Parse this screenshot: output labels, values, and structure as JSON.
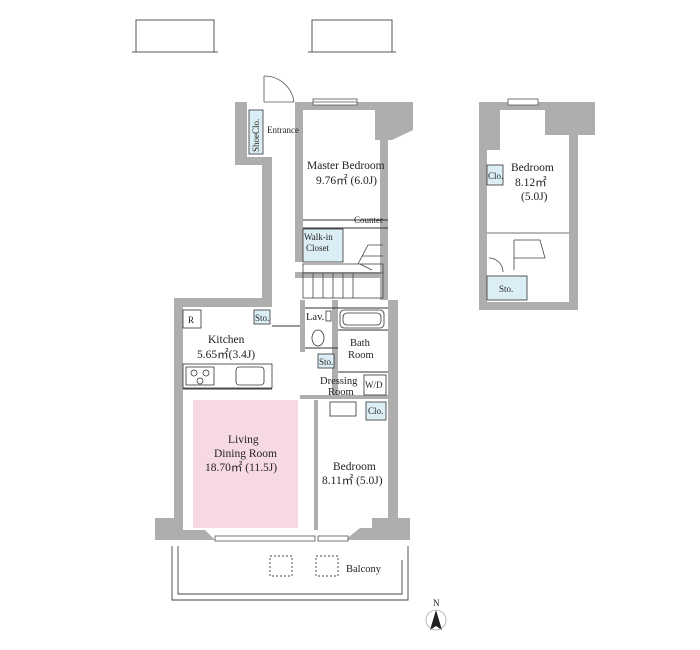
{
  "rooms": {
    "entrance": "Entrance",
    "shoe_closet": "ShoeClo.",
    "master_bedroom": {
      "name": "Master Bedroom",
      "area": "9.76㎡ (6.0J)"
    },
    "counter": "Counter",
    "walk_in_closet": {
      "line1": "Walk-in",
      "line2": "Closet"
    },
    "kitchen": {
      "name": "Kitchen",
      "area": "5.65㎡(3.4J)"
    },
    "refrigerator": "R",
    "storage": "Sto.",
    "lavatory": "Lav.",
    "bath_room": {
      "line1": "Bath",
      "line2": "Room"
    },
    "dressing_room": {
      "line1": "Dressing",
      "line2": "Room"
    },
    "washer": "W/D",
    "closet": "Clo.",
    "living_dining": {
      "line1": "Living",
      "line2": "Dining Room",
      "area": "18.70㎡ (11.5J)"
    },
    "bedroom_south": {
      "name": "Bedroom",
      "area": "8.11㎡ (5.0J)"
    },
    "balcony": "Balcony",
    "upper_bedroom": {
      "name": "Bedroom",
      "area1": "8.12㎡",
      "area2": "(5.0J)"
    },
    "upper_closet": "Clo.",
    "upper_storage": "Sto.",
    "compass": "N"
  },
  "colors": {
    "wall": "#aeaeae",
    "wall_dark": "#9a9a9a",
    "closet_fill": "#dbeef6",
    "living_fill": "#f7d9e6",
    "line": "#333333"
  }
}
